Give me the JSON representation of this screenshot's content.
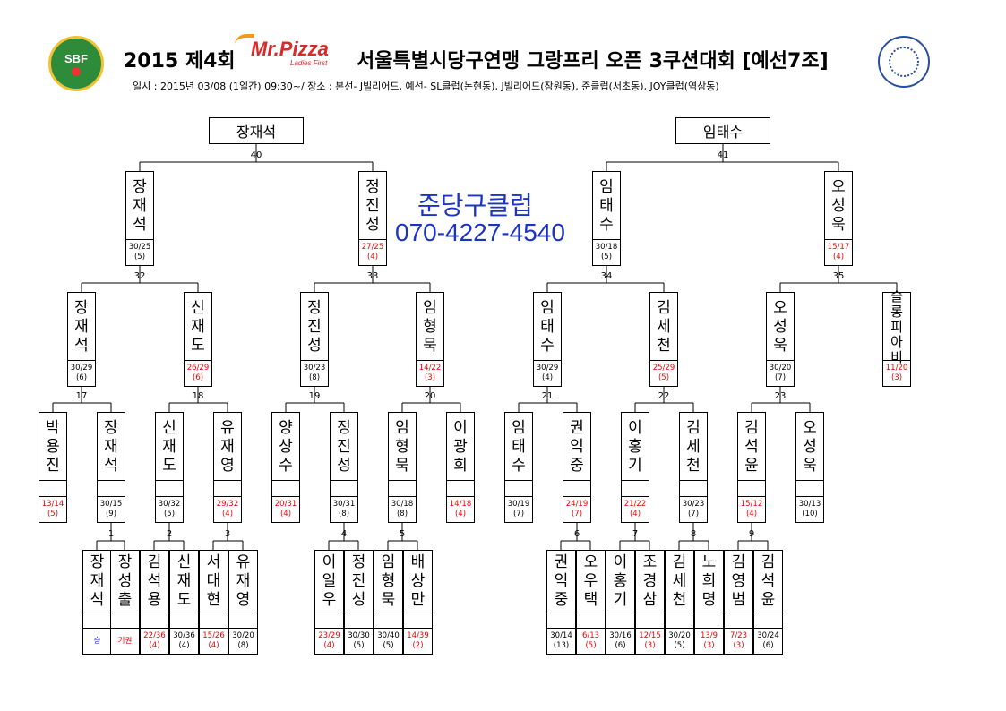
{
  "header": {
    "title_left": "2015 제4회",
    "title_right": "서울특별시당구연맹 그랑프리 오픈 3쿠션대회 [예선7조]",
    "subtitle": "일시 : 2015년 03/08 (1일간) 09:30~/ 장소 : 본선- J빌리어드, 예선- SL클럽(논현동), J빌리어드(잠원동), 준클럽(서초동), JOY클럽(역삼동)",
    "brand_name": "Mr.Pizza",
    "brand_tag": "Ladies First",
    "left_logo": "SBF"
  },
  "ad": {
    "club": "준당구클럽",
    "phone": "070-4227-4540"
  },
  "colors": {
    "red": "#e00000",
    "blue": "#1a2fd0",
    "ad": "#1c33c8"
  },
  "champions": [
    "장재석",
    "임태수"
  ],
  "boxes": {
    "r40a": {
      "name": "장재석",
      "s1": "30/25",
      "s2": "(5)",
      "c": ""
    },
    "r40b": {
      "name": "정진성",
      "s1": "27/25",
      "s2": "(4)",
      "c": "red"
    },
    "r41a": {
      "name": "임태수",
      "s1": "30/18",
      "s2": "(5)",
      "c": ""
    },
    "r41b": {
      "name": "오성욱",
      "s1": "15/17",
      "s2": "(4)",
      "c": "red"
    },
    "r32a": {
      "name": "장재석",
      "s1": "30/29",
      "s2": "(6)",
      "c": ""
    },
    "r32b": {
      "name": "신재도",
      "s1": "26/29",
      "s2": "(6)",
      "c": "red"
    },
    "r33a": {
      "name": "정진성",
      "s1": "30/23",
      "s2": "(8)",
      "c": ""
    },
    "r33b": {
      "name": "임형묵",
      "s1": "14/22",
      "s2": "(3)",
      "c": "red"
    },
    "r34a": {
      "name": "임태수",
      "s1": "30/29",
      "s2": "(4)",
      "c": ""
    },
    "r34b": {
      "name": "김세천",
      "s1": "25/29",
      "s2": "(5)",
      "c": "red"
    },
    "r35a": {
      "name": "오성욱",
      "s1": "30/20",
      "s2": "(7)",
      "c": ""
    },
    "r35b": {
      "name": "슬롱피아비",
      "s1": "11/20",
      "s2": "(3)",
      "c": "red"
    },
    "r17a": {
      "name": "박용진",
      "s1": "13/14",
      "s2": "(5)",
      "c": "red"
    },
    "r17b": {
      "name": "장재석",
      "s1": "30/15",
      "s2": "(9)",
      "c": ""
    },
    "r18a": {
      "name": "신재도",
      "s1": "30/32",
      "s2": "(5)",
      "c": ""
    },
    "r18b": {
      "name": "유재영",
      "s1": "29/32",
      "s2": "(4)",
      "c": "red"
    },
    "r19a": {
      "name": "양상수",
      "s1": "20/31",
      "s2": "(4)",
      "c": "red"
    },
    "r19b": {
      "name": "정진성",
      "s1": "30/31",
      "s2": "(8)",
      "c": ""
    },
    "r20a": {
      "name": "임형묵",
      "s1": "30/18",
      "s2": "(8)",
      "c": ""
    },
    "r20b": {
      "name": "이광희",
      "s1": "14/18",
      "s2": "(4)",
      "c": "red"
    },
    "r21a": {
      "name": "임태수",
      "s1": "30/19",
      "s2": "(7)",
      "c": ""
    },
    "r21b": {
      "name": "권익중",
      "s1": "24/19",
      "s2": "(7)",
      "c": "red"
    },
    "r22a": {
      "name": "이홍기",
      "s1": "21/22",
      "s2": "(4)",
      "c": "red"
    },
    "r22b": {
      "name": "김세천",
      "s1": "30/23",
      "s2": "(7)",
      "c": ""
    },
    "r23a": {
      "name": "김석윤",
      "s1": "15/12",
      "s2": "(4)",
      "c": "red"
    },
    "r23b": {
      "name": "오성욱",
      "s1": "30/13",
      "s2": "(10)",
      "c": ""
    },
    "m1a": {
      "name": "장재석",
      "s1": "승",
      "s2": "",
      "c": "blue"
    },
    "m1b": {
      "name": "장성출",
      "s1": "기권",
      "s2": "",
      "c": "red"
    },
    "m2a": {
      "name": "김석용",
      "s1": "22/36",
      "s2": "(4)",
      "c": "red"
    },
    "m2b": {
      "name": "신재도",
      "s1": "30/36",
      "s2": "(4)",
      "c": ""
    },
    "m3a": {
      "name": "서대현",
      "s1": "15/26",
      "s2": "(4)",
      "c": "red"
    },
    "m3b": {
      "name": "유재영",
      "s1": "30/20",
      "s2": "(8)",
      "c": ""
    },
    "m4a": {
      "name": "이일우",
      "s1": "23/29",
      "s2": "(4)",
      "c": "red"
    },
    "m4b": {
      "name": "정진성",
      "s1": "30/30",
      "s2": "(5)",
      "c": ""
    },
    "m5a": {
      "name": "임형묵",
      "s1": "30/40",
      "s2": "(5)",
      "c": ""
    },
    "m5b": {
      "name": "배상만",
      "s1": "14/39",
      "s2": "(2)",
      "c": "red"
    },
    "m6a": {
      "name": "권익중",
      "s1": "30/14",
      "s2": "(13)",
      "c": ""
    },
    "m6b": {
      "name": "오우택",
      "s1": "6/13",
      "s2": "(5)",
      "c": "red"
    },
    "m7a": {
      "name": "이홍기",
      "s1": "30/16",
      "s2": "(6)",
      "c": ""
    },
    "m7b": {
      "name": "조경삼",
      "s1": "12/15",
      "s2": "(3)",
      "c": "red"
    },
    "m8a": {
      "name": "김세천",
      "s1": "30/20",
      "s2": "(5)",
      "c": ""
    },
    "m8b": {
      "name": "노희명",
      "s1": "13/9",
      "s2": "(3)",
      "c": "red"
    },
    "m9a": {
      "name": "김영범",
      "s1": "7/23",
      "s2": "(3)",
      "c": "red"
    },
    "m9b": {
      "name": "김석윤",
      "s1": "30/24",
      "s2": "(6)",
      "c": ""
    }
  },
  "match_numbers": [
    "40",
    "41",
    "32",
    "33",
    "34",
    "35",
    "17",
    "18",
    "19",
    "20",
    "21",
    "22",
    "23",
    "1",
    "2",
    "3",
    "4",
    "5",
    "6",
    "7",
    "8",
    "9"
  ]
}
